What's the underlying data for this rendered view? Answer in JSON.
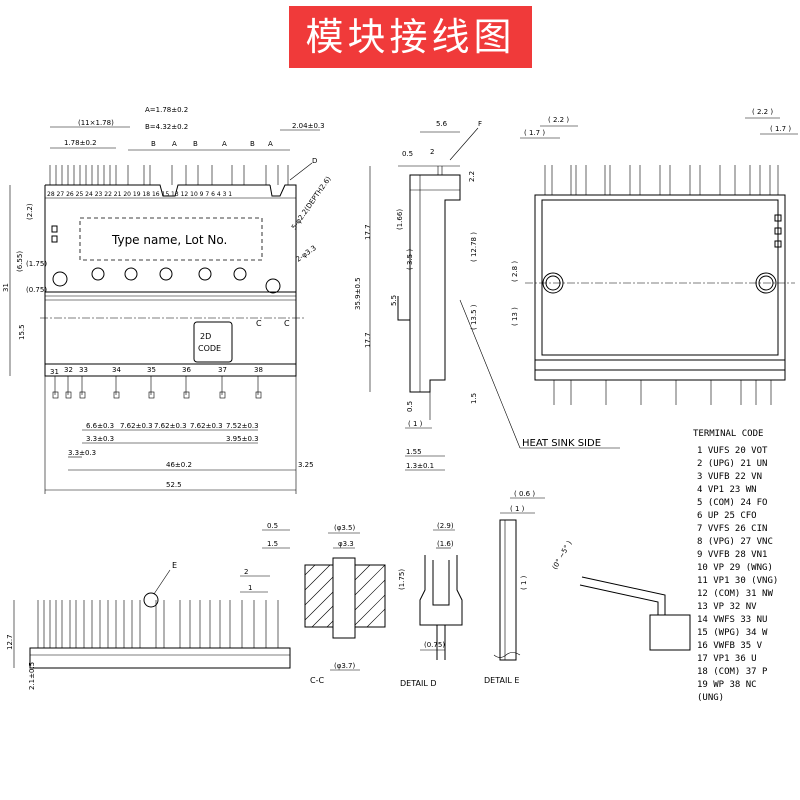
{
  "title": "模块接线图",
  "top_view": {
    "dim_pitch": "(11×1.78)",
    "dim_a": "A=1.78±0.2",
    "dim_b": "B=4.32±0.2",
    "dim_204": "2.04±0.3",
    "dim_178": "1.78±0.2",
    "pin_numbers_top": "28 27 26 25 24 23 22 21 20 19 18 16 15 13 12 10 9 7 6 4 3 1",
    "label_d": "D",
    "label_a": "A",
    "label_b": "B",
    "hole_note": "5-φ2.2(DEPTH2.6)",
    "hole_note2": "2-φ3.3",
    "type_name": "Type name, Lot No.",
    "code_2d_line1": "2D",
    "code_2d_line2": "CODE",
    "label_c": "C",
    "dim_22": "(2.2)",
    "dim_655": "(6.55)",
    "dim_175": "(1.75)",
    "dim_075": "(0.75)",
    "dim_31": "31",
    "dim_155": "15.5",
    "pin_numbers_bottom": [
      "31",
      "32",
      "33",
      "34",
      "35",
      "36",
      "37",
      "38"
    ],
    "dim_66": "6.6±0.3",
    "dim_762a": "7.62±0.3",
    "dim_762b": "7.62±0.3",
    "dim_762c": "7.62±0.3",
    "dim_752": "7.52±0.3",
    "dim_33a": "3.3±0.3",
    "dim_395": "3.95±0.3",
    "dim_33b": "3.3±0.3",
    "dim_46": "46±0.2",
    "dim_325": "3.25",
    "dim_525": "52.5"
  },
  "side_view": {
    "dim_56": "5.6",
    "label_f": "F",
    "dim_05": "0.5",
    "dim_2": "2",
    "dim_22": "2.2",
    "dim_177a": "17.7",
    "dim_177b": "17.7",
    "dim_359": "35.9±0.5",
    "dim_166": "(1.66)",
    "dim_35": "( 3.5 )",
    "dim_1278": "( 12.78 )",
    "dim_55": "5.5",
    "dim_135": "( 13.5 )",
    "dim_15": "1.5",
    "dim_05b": "0.5",
    "dim_1": "( 1 )",
    "dim_155": "1.55",
    "dim_13": "1.3±0.1",
    "heat_sink": "HEAT SINK SIDE"
  },
  "back_view": {
    "dim_22a": "( 2.2 )",
    "dim_17a": "( 1.7 )",
    "dim_22b": "( 2.2 )",
    "dim_17b": "( 1.7 )",
    "dim_28": "( 2.8 )",
    "dim_13": "( 13 )"
  },
  "bottom_left": {
    "label_e": "E",
    "dim_127": "12.7",
    "dim_21": "2.1±0.5",
    "dim_05": "0.5",
    "dim_15": "1.5",
    "dim_2": "2",
    "dim_1": "1"
  },
  "section_cc": {
    "label": "C-C",
    "dim_35": "(φ3.5)",
    "dim_33": "φ3.3",
    "dim_37": "(φ3.7)"
  },
  "detail_d": {
    "label": "DETAIL D",
    "dim_29": "(2.9)",
    "dim_16": "(1.6)",
    "dim_175": "(1.75)",
    "dim_075": "(0.75)"
  },
  "detail_e": {
    "label": "DETAIL E",
    "dim_06": "( 0.6 )",
    "dim_1a": "( 1 )",
    "dim_1b": "( 1 )",
    "angle": "(0° ~5° )"
  },
  "terminal_code": {
    "heading": "TERMINAL CODE",
    "rows": [
      "1    VUFS  20 VOT",
      "2    (UPG) 21 UN",
      "3    VUFB  22 VN",
      "4    VP1   23 WN",
      "5    (COM) 24 FO",
      "6    UP    25 CFO",
      "7    VVFS  26 CIN",
      "8    (VPG) 27 VNC",
      "9    VVFB  28 VN1",
      "10   VP    29 (WNG)",
      "11   VP1   30 (VNG)",
      "12   (COM) 31 NW",
      "13   VP    32 NV",
      "14   VWFS  33 NU",
      "15   (WPG) 34 W",
      "16   VWFB  35 V",
      "17   VP1   36 U",
      "18   (COM) 37 P",
      "19   WP    38 NC",
      "     (UNG)"
    ]
  }
}
